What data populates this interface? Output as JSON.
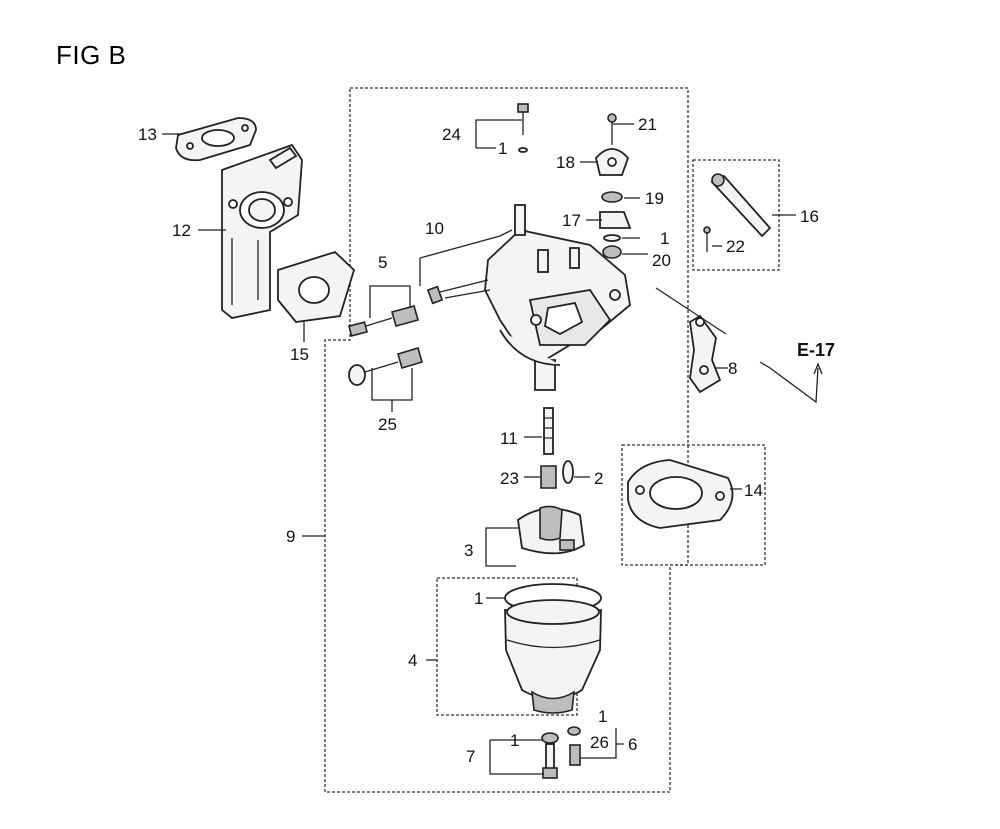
{
  "figure": {
    "title": "FIG B",
    "reference": "E-17"
  },
  "callouts": {
    "c1a": "1",
    "c1b": "1",
    "c1c": "1",
    "c1d": "1",
    "c1e": "1",
    "c2": "2",
    "c3": "3",
    "c4": "4",
    "c5": "5",
    "c6": "6",
    "c7": "7",
    "c8": "8",
    "c9": "9",
    "c10": "10",
    "c11": "11",
    "c12": "12",
    "c13": "13",
    "c14": "14",
    "c15": "15",
    "c16": "16",
    "c17": "17",
    "c18": "18",
    "c19": "19",
    "c20": "20",
    "c21": "21",
    "c22": "22",
    "c23": "23",
    "c24": "24",
    "c25": "25",
    "c26": "26"
  }
}
